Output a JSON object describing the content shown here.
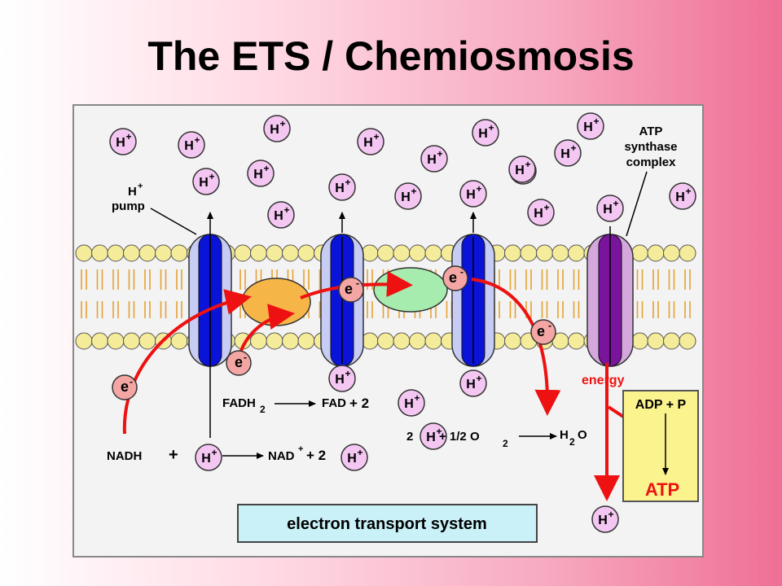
{
  "slide": {
    "title": "The ETS / Chemiosmosis"
  },
  "labels": {
    "proton_symbol": "H",
    "plus": "+",
    "minus": "-",
    "electron_symbol": "e",
    "h_pump_line1": "H",
    "h_pump_line2": "pump",
    "atp_synthase_line1": "ATP",
    "atp_synthase_line2": "synthase",
    "atp_synthase_line3": "complex",
    "energy": "energy",
    "adp_p": "ADP + P",
    "atp": "ATP",
    "ets_caption": "electron transport system"
  },
  "equations": {
    "nadh": "NADH",
    "nadh_plus": "+",
    "nad": "NAD",
    "nad_plus": "+ 2",
    "fadh": "FADH",
    "fadh_sub": "2",
    "fad": "FAD",
    "fad_plus": "+ 2",
    "water_coeff": "2",
    "water_plus": "+ 1/2 O",
    "o2_sub": "2",
    "h2o_h": "H",
    "h2o_sub": "2",
    "h2o_o": "O"
  },
  "colors": {
    "membrane_head": "#f5ec9b",
    "membrane_tail": "#e6a132",
    "pump_blue": "#0a13d8",
    "pump_light": "#c7ccf5",
    "synthase_purple": "#7a149c",
    "synthase_light": "#d4a8dd",
    "complex_orange": "#f5b547",
    "complex_green": "#a6ecae",
    "electron_fill": "#f3a6a3",
    "proton_fill": "#f4c6f2",
    "arrow_red": "#ee1111",
    "atp_box": "#fbf38e",
    "caption_box": "#c9f1f7"
  }
}
